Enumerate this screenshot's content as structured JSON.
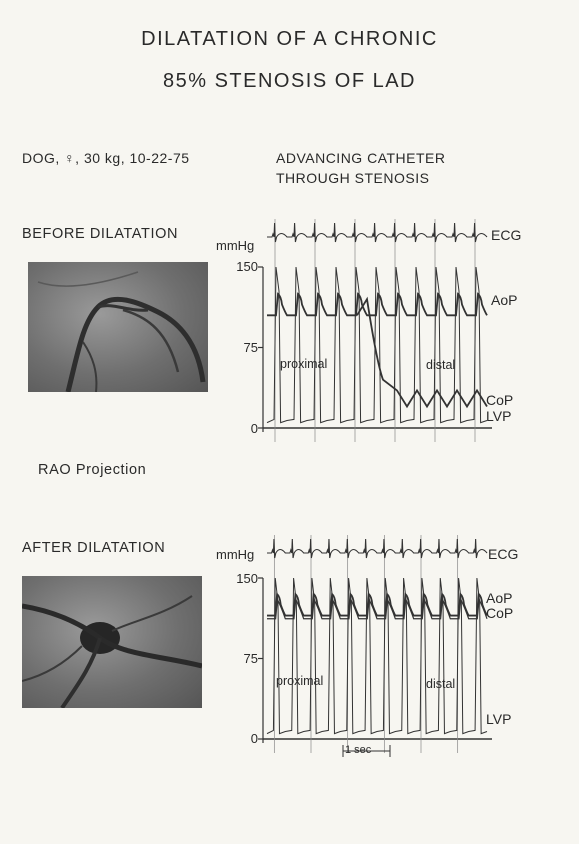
{
  "title": {
    "line1": "DILATATION OF A CHRONIC",
    "line2": "85% STENOSIS OF LAD"
  },
  "subject": "DOG, ♀, 30 kg, 10-22-75",
  "procedure": {
    "line1": "ADVANCING CATHETER",
    "line2": "THROUGH STENOSIS"
  },
  "before": {
    "heading": "BEFORE DILATATION",
    "unit": "mmHg",
    "ticks": [
      "150",
      "75",
      "0"
    ],
    "labels": {
      "ecg": "ECG",
      "aop": "AoP",
      "cop": "CoP",
      "lvp": "LVP",
      "proximal": "proximal",
      "distal": "distal"
    }
  },
  "projection": "RAO Projection",
  "after": {
    "heading": "AFTER DILATATION",
    "unit": "mmHg",
    "ticks": [
      "150",
      "75",
      "0"
    ],
    "labels": {
      "ecg": "ECG",
      "aop": "AoP",
      "cop": "CoP",
      "lvp": "LVP",
      "proximal": "proximal",
      "distal": "distal"
    },
    "timescale": "1 sec"
  },
  "chart_data": [
    {
      "type": "line",
      "panel": "before-dilatation",
      "ylabel": "mmHg",
      "ylim": [
        0,
        150
      ],
      "yticks": [
        0,
        75,
        150
      ],
      "beats": 11,
      "series": [
        {
          "name": "AoP",
          "systolic": 125,
          "diastolic": 105
        },
        {
          "name": "CoP",
          "proximal_peak": 120,
          "distal_peak": 35,
          "distal_baseline": 20
        },
        {
          "name": "LVP",
          "peak": 150,
          "end_diastolic": 5
        }
      ]
    },
    {
      "type": "line",
      "panel": "after-dilatation",
      "ylabel": "mmHg",
      "ylim": [
        0,
        150
      ],
      "yticks": [
        0,
        75,
        150
      ],
      "beats": 12,
      "series": [
        {
          "name": "AoP",
          "systolic": 135,
          "diastolic": 115
        },
        {
          "name": "CoP",
          "systolic": 130,
          "diastolic": 112
        },
        {
          "name": "LVP",
          "peak": 150,
          "end_diastolic": 5
        }
      ]
    }
  ]
}
